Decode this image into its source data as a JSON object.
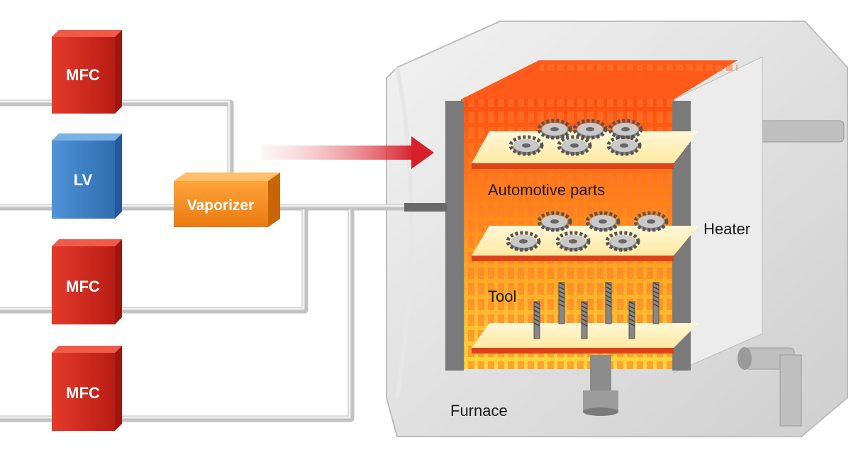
{
  "nodes": {
    "mfc1": {
      "label": "MFC",
      "color": "#d42a1e"
    },
    "lv": {
      "label": "LV",
      "color": "#3d7fc8"
    },
    "mfc2": {
      "label": "MFC",
      "color": "#d42a1e"
    },
    "mfc3": {
      "label": "MFC",
      "color": "#d42a1e"
    },
    "vaporizer": {
      "label": "Vaporizer",
      "color": "#f08a1c"
    }
  },
  "labels": {
    "automotive_parts": "Automotive parts",
    "tool": "Tool",
    "heater": "Heater",
    "furnace": "Furnace"
  },
  "colors": {
    "flow_arrow": "#d8202a",
    "chamber_hot": "#ff5a1a",
    "chamber_glow": "#ffd23a",
    "pipe": "#c8c8c8",
    "furnace_shell": "#d9d9d9"
  },
  "icons": {
    "gear": "gear-icon",
    "drill": "drill-bit-icon"
  }
}
